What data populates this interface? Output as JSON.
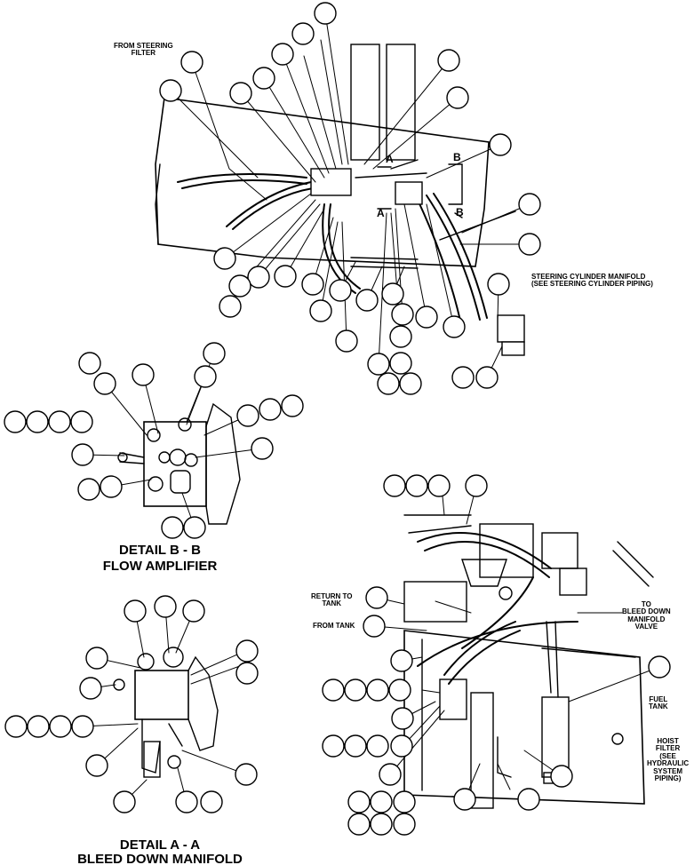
{
  "labels": {
    "from_steering_filter": "FROM STEERING\nFILTER",
    "steering_cylinder_manifold": "STEERING CYLINDER MANIFOLD\n(SEE STEERING CYLINDER PIPING)",
    "section_a_top": "A",
    "section_a_bottom": "A",
    "section_b_top": "B",
    "section_b_bottom": "B",
    "detail_b_title": "DETAIL B - B",
    "detail_b_subtitle": "FLOW AMPLIFIER",
    "detail_a_title": "DETAIL A - A",
    "detail_a_subtitle": "BLEED DOWN MANIFOLD",
    "return_to_tank": "RETURN TO\nTANK",
    "from_tank": "FROM TANK",
    "to_bleed_down_manifold_valve": "TO\nBLEED DOWN\nMANIFOLD\nVALVE",
    "fuel_tank": "FUEL\nTANK",
    "hoist_filter": "HOIST\nFILTER\n(SEE\nHYDRAULIC\nSYSTEM\nPIPING)"
  },
  "colors": {
    "line": "#000000",
    "background": "#ffffff"
  }
}
